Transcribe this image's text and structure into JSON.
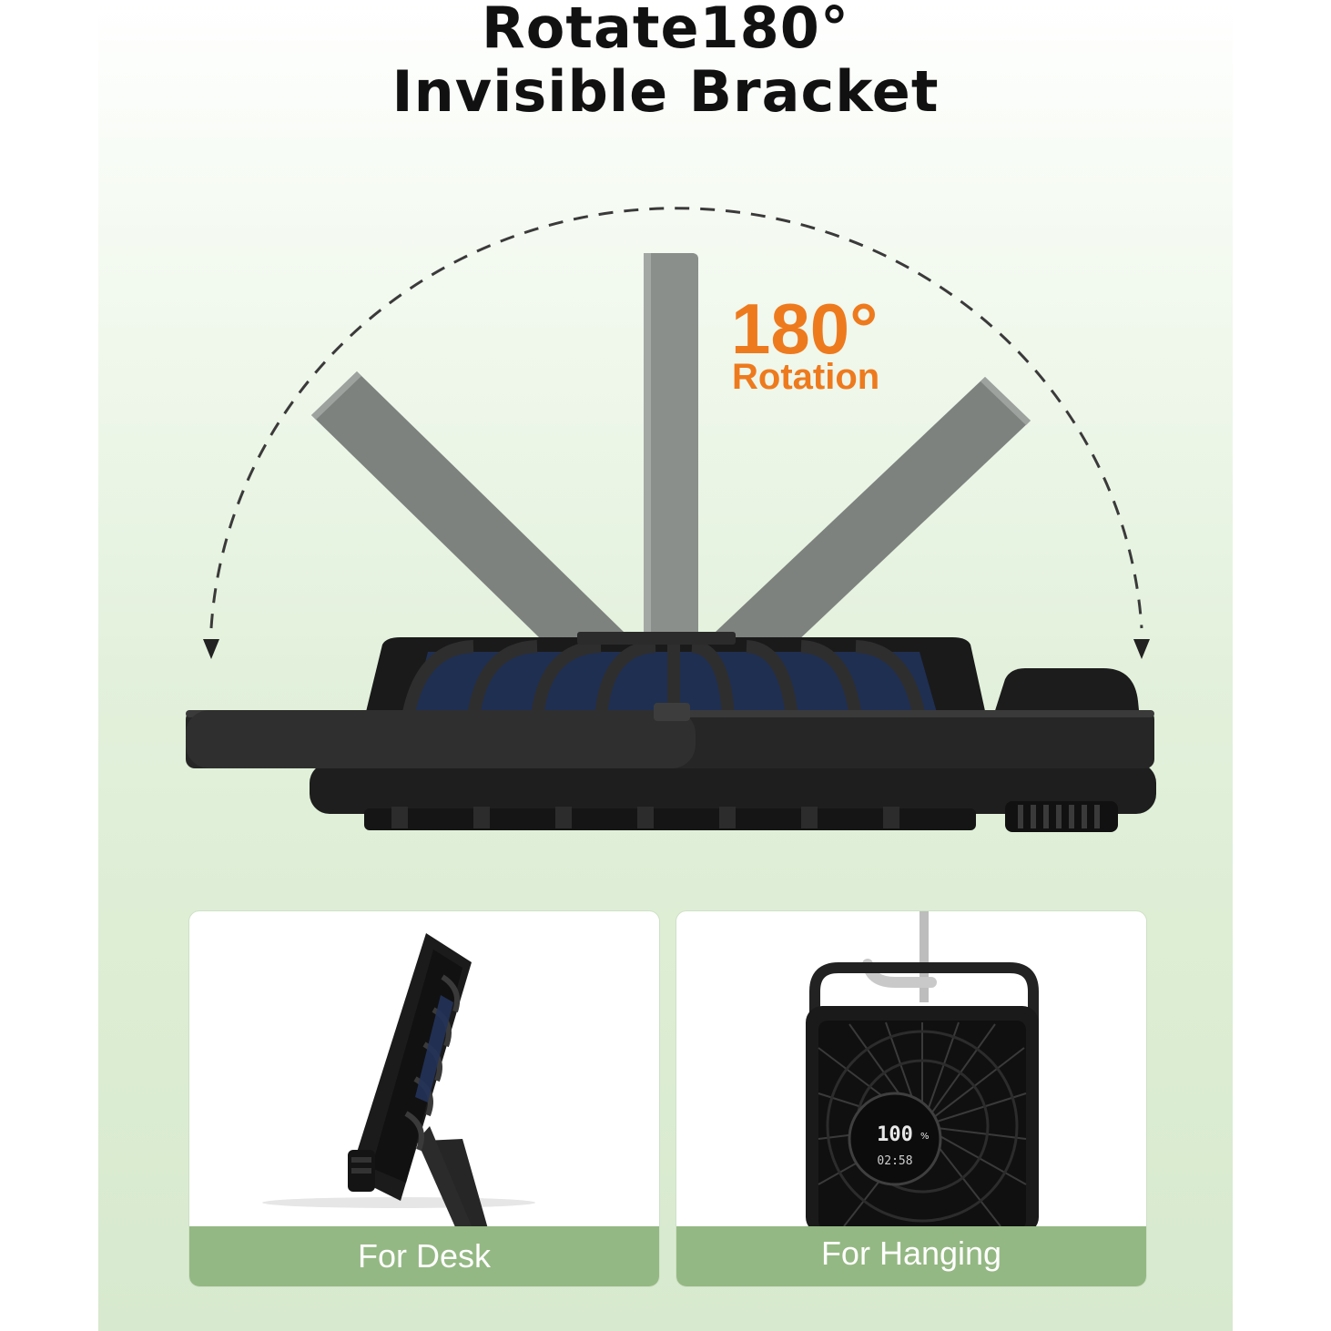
{
  "header": {
    "title_line1": "Rotate180°",
    "title_line2": "Invisible Bracket"
  },
  "rotation": {
    "angle_label": "180°",
    "word": "Rotation",
    "accent_color": "#ee7a1e"
  },
  "cards": {
    "desk_label": "For Desk",
    "hanging_label": "For Hanging",
    "caption_color": "#94b883"
  },
  "display": {
    "battery": "100",
    "battery_unit": "%",
    "timer": "02:58"
  }
}
